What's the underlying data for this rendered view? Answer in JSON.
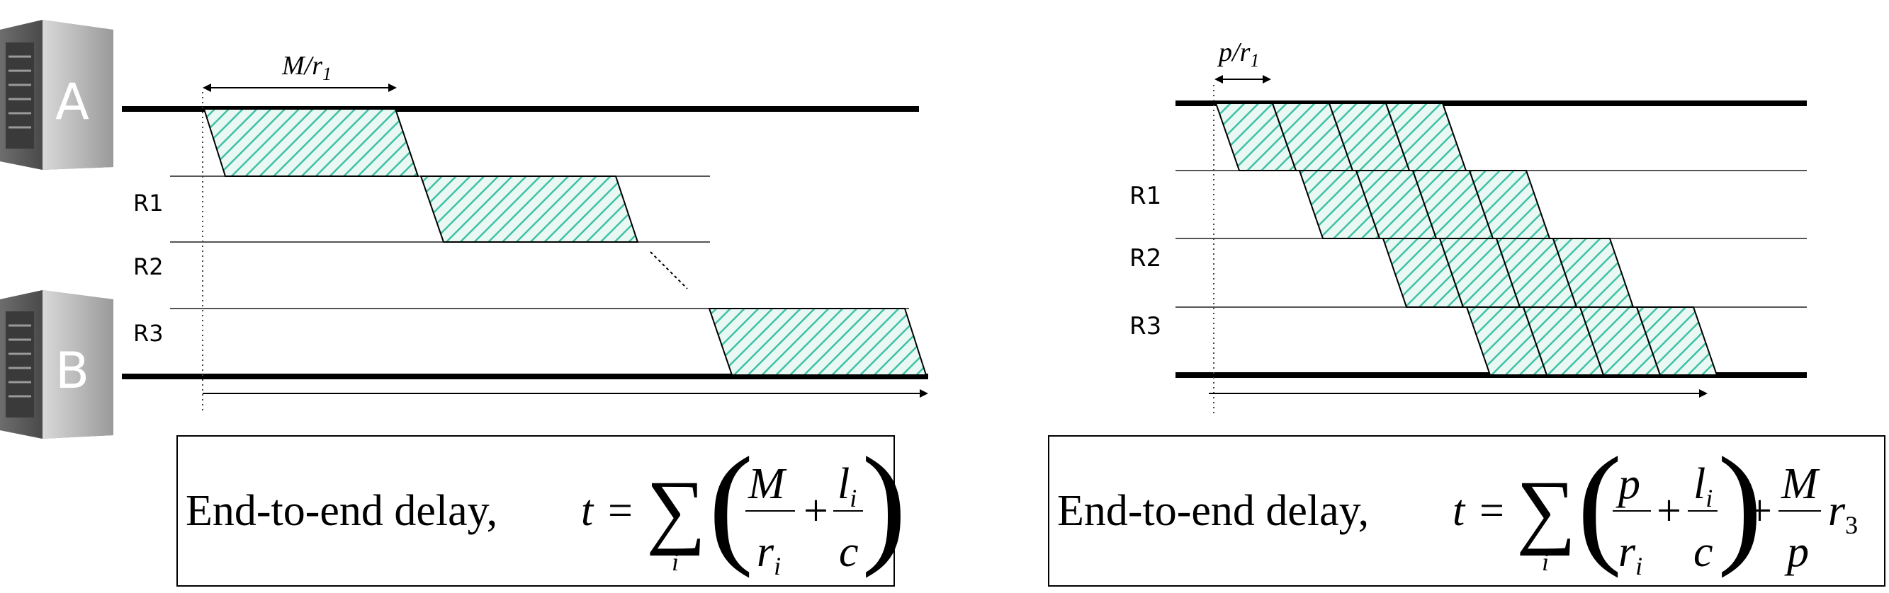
{
  "left_diagram": {
    "server_a_letter": "A",
    "server_b_letter": "B",
    "router_labels": [
      "R1",
      "R2",
      "R3"
    ],
    "transmission_time_label": {
      "var": "M",
      "slash": "/",
      "sub_var": "r",
      "sub": "1"
    },
    "formula": {
      "lead_text": "End-to-end delay,",
      "t": "t",
      "eq": "=",
      "sum_index": "i",
      "frac1_num": "M",
      "frac1_den": "r",
      "frac1_den_sub": "i",
      "plus": "+",
      "frac2_num": "l",
      "frac2_num_sub": "i",
      "frac2_den": "c"
    }
  },
  "right_diagram": {
    "router_labels": [
      "R1",
      "R2",
      "R3"
    ],
    "transmission_time_label": {
      "var": "p",
      "slash": "/",
      "sub_var": "r",
      "sub": "1"
    },
    "formula": {
      "lead_text": "End-to-end delay,",
      "t": "t",
      "eq": "=",
      "sum_index": "i",
      "frac1_num": "p",
      "frac1_den": "r",
      "frac1_den_sub": "i",
      "plus": "+",
      "frac2_num": "l",
      "frac2_num_sub": "i",
      "frac2_den": "c",
      "plus2": "+",
      "frac3_num": "M",
      "frac3_den": "p",
      "trail": "r",
      "trail_sub": "3"
    }
  },
  "colors": {
    "hatch": "#3fc1a6",
    "hatch_bg": "#e9f8f3",
    "line": "#000000"
  }
}
